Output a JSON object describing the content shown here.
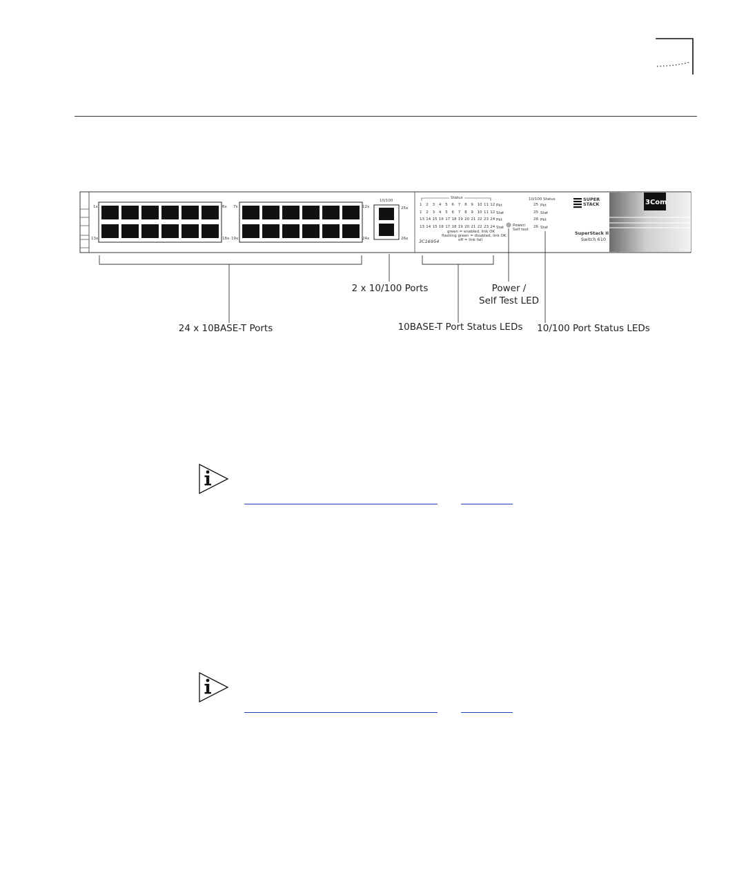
{
  "figure": {
    "panel": {
      "port_labels_left": [
        "1x",
        "6x",
        "13x",
        "18x"
      ],
      "port_labels_middle": [
        "7x",
        "12x",
        "19x",
        "24x"
      ],
      "fast_ports_header": "10/100",
      "fast_port_labels": [
        "25x",
        "26x"
      ],
      "status_header": "Status",
      "status_rows": [
        {
          "numbers": [
            "1",
            "2",
            "3",
            "4",
            "5",
            "6",
            "7",
            "8",
            "9",
            "10",
            "11",
            "12"
          ],
          "tag": "Pkt"
        },
        {
          "numbers": [
            "1",
            "2",
            "3",
            "4",
            "5",
            "6",
            "7",
            "8",
            "9",
            "10",
            "11",
            "12"
          ],
          "tag": "Stat"
        },
        {
          "numbers": [
            "13",
            "14",
            "15",
            "16",
            "17",
            "18",
            "19",
            "20",
            "21",
            "22",
            "23",
            "24"
          ],
          "tag": "Pkt"
        },
        {
          "numbers": [
            "13",
            "14",
            "15",
            "16",
            "17",
            "18",
            "19",
            "20",
            "21",
            "22",
            "23",
            "24"
          ],
          "tag": "Stat"
        }
      ],
      "legend_lines": [
        "green = enabled, link OK",
        "flashing green = disabled, link OK",
        "off = link fail"
      ],
      "model_number": "3C16954",
      "power_label": "Power/ Self test",
      "fast_status_header": "10/100 Status",
      "fast_status_rows": [
        {
          "port": "25",
          "tag": "Pkt"
        },
        {
          "port": "25",
          "tag": "Stat"
        },
        {
          "port": "26",
          "tag": "Pkt"
        },
        {
          "port": "26",
          "tag": "Stat"
        }
      ],
      "brand_logo_text": [
        "SUPER",
        "STACK"
      ],
      "product_name": "SuperStack II",
      "product_model": "Switch 610",
      "vendor_logo": "3Com"
    },
    "callouts": {
      "ports_10base": "24 x 10BASE-T Ports",
      "ports_10_100": "2 x 10/100 Ports",
      "power_led_line1": "Power /",
      "power_led_line2": "Self Test LED",
      "status_leds_10base": "10BASE-T Port Status LEDs",
      "status_leds_10_100": "10/100 Port Status LEDs"
    }
  },
  "notes": [
    {
      "icon": "info-icon"
    },
    {
      "icon": "info-icon"
    }
  ],
  "colors": {
    "link": "#1f3fbf",
    "port": "#111111",
    "panel_line": "#333333"
  }
}
